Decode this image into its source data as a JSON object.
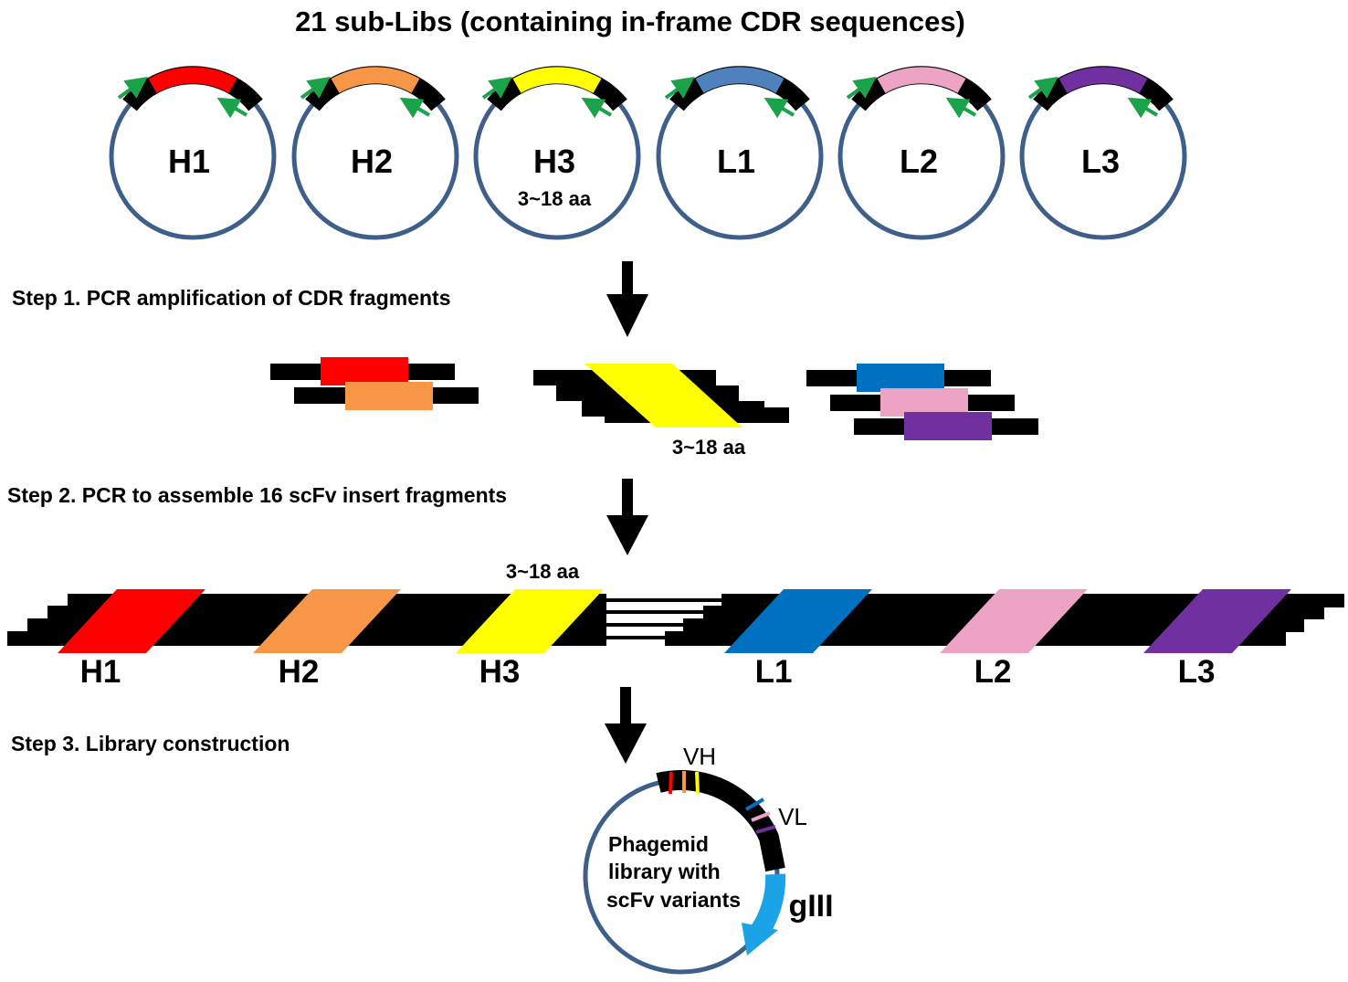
{
  "title": "21 sub-Libs (containing in-frame CDR sequences)",
  "colors": {
    "H1": "#ff0000",
    "H2": "#f79646",
    "H3": "#ffff00",
    "L1": "#0070c0",
    "L2": "#eda4c4",
    "L3": "#7030a0",
    "plasmid": "#3e5f8a",
    "primer": "#1aa34a",
    "gIII": "#1aa3e6"
  },
  "sublibs": [
    {
      "label": "H1",
      "note": ""
    },
    {
      "label": "H2",
      "note": ""
    },
    {
      "label": "H3",
      "note": "3~18 aa"
    },
    {
      "label": "L1",
      "note": ""
    },
    {
      "label": "L2",
      "note": ""
    },
    {
      "label": "L3",
      "note": ""
    }
  ],
  "steps": {
    "step1": "Step 1. PCR amplification of CDR fragments",
    "step2": "Step 2. PCR to assemble 16 scFv insert fragments",
    "step3": "Step 3. Library construction"
  },
  "step1_note": "3~18 aa",
  "step2_note": "3~18 aa",
  "assembled_labels": [
    "H1",
    "H2",
    "H3",
    "L1",
    "L2",
    "L3"
  ],
  "phagemid": {
    "vh": "VH",
    "vl": "VL",
    "gene": "gIII",
    "text_lines": [
      "Phagemid",
      "library with",
      "scFv variants"
    ]
  }
}
